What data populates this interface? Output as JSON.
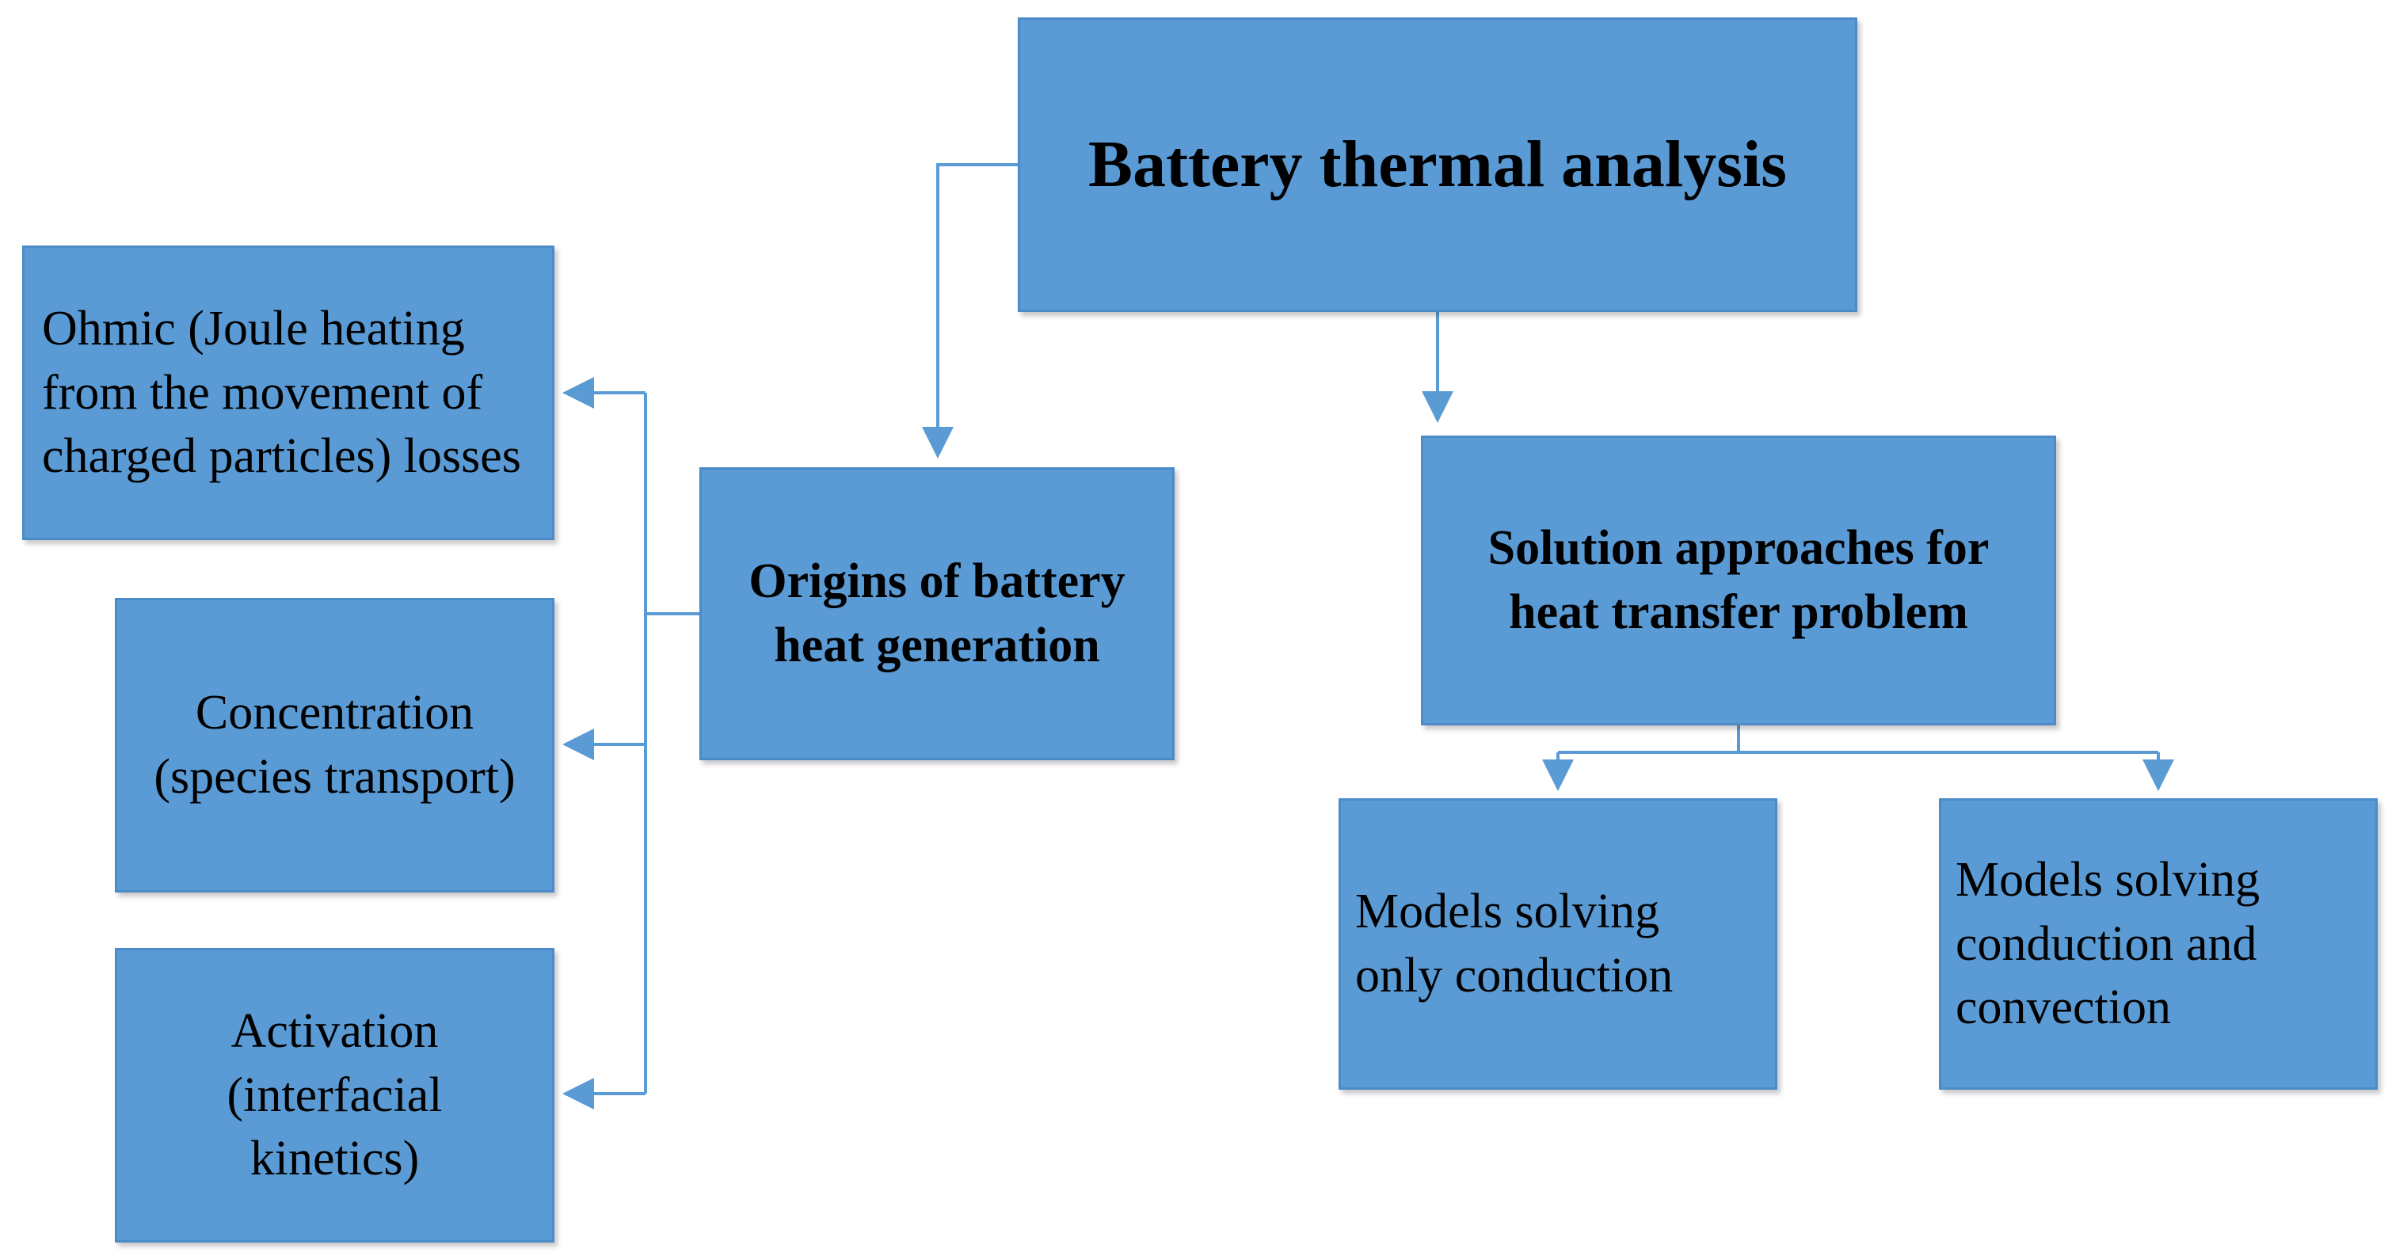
{
  "nodes": {
    "root": "Battery thermal analysis",
    "origins": "Origins of battery heat generation",
    "solution": "Solution approaches for heat transfer problem",
    "ohmic": "Ohmic (Joule heating from the movement of charged particles) losses",
    "concentration": "Concentration (species transport)",
    "activation": "Activation (interfacial kinetics)",
    "conduction": "Models solving only conduction",
    "convection": "Models solving conduction and convection"
  },
  "colors": {
    "box_fill": "#5b9bd5",
    "connector": "#5b9bd5",
    "text": "#000000"
  }
}
